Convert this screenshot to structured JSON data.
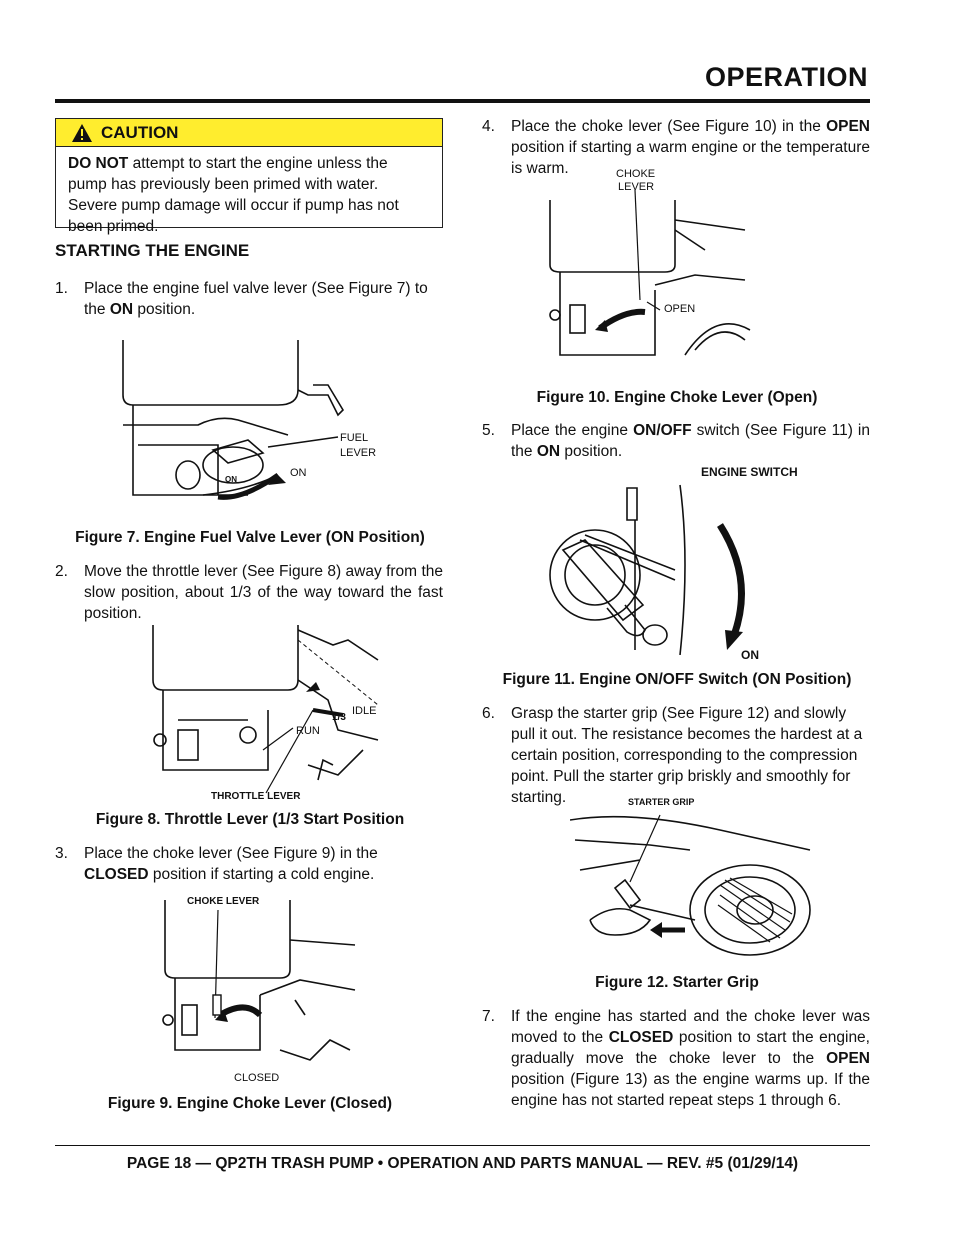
{
  "header": {
    "title": "OPERATION"
  },
  "caution": {
    "label": "CAUTION",
    "emph": "DO NOT",
    "text": " attempt to start the engine unless the pump has previously been primed with water. Severe pump damage will occur if pump has not been primed."
  },
  "section": {
    "title": "STARTING THE ENGINE"
  },
  "steps": [
    {
      "num": "1.",
      "a": "Place the engine fuel valve lever (See Figure 7) to the ",
      "b": "ON",
      "c": " position."
    },
    {
      "num": "2.",
      "a": "Move the throttle lever (See Figure 8) away from the slow position, about 1/3 of the way toward the fast position."
    },
    {
      "num": "3.",
      "a": "Place the choke lever (See Figure 9) in the ",
      "b": "CLOSED",
      "c": " position if starting a cold engine."
    },
    {
      "num": "4.",
      "a": "Place the  choke lever (See Figure 10) in the ",
      "b": "OPEN",
      "c": " position if starting a warm engine or the temperature is warm."
    },
    {
      "num": "5.",
      "a": "Place the engine ",
      "b": "ON/OFF",
      "c": " switch (See Figure 11) in the ",
      "d": "ON",
      "e": " position."
    },
    {
      "num": "6.",
      "a": "Grasp the starter grip (See Figure 12) and slowly pull it out. The resistance becomes the hardest at a certain position, corresponding to the compression point. Pull the starter grip briskly and smoothly for starting."
    },
    {
      "num": "7.",
      "a": "If the engine has started and the choke lever was moved to the ",
      "b": "CLOSED",
      "c": " position to start the engine, gradually move the choke lever to the ",
      "d": "OPEN",
      "e": " position (Figure 13) as the engine warms up. If the engine has not started repeat steps 1 through 6."
    }
  ],
  "figures": {
    "fig7": {
      "caption": "Figure 7. Engine Fuel Valve Lever (ON Position)",
      "label_fuel_1": "FUEL",
      "label_fuel_2": "LEVER",
      "label_on": "ON",
      "label_on_small": "ON"
    },
    "fig8": {
      "caption": "Figure 8. Throttle Lever (1/3 Start Position",
      "label_idle": "IDLE",
      "label_third": "1/3",
      "label_run": "RUN",
      "label_throttle": "THROTTLE LEVER"
    },
    "fig9": {
      "caption": "Figure 9. Engine Choke Lever (Closed)",
      "label_choke": "CHOKE LEVER",
      "label_closed": "CLOSED"
    },
    "fig10": {
      "caption": "Figure 10. Engine Choke Lever (Open)",
      "label_choke_1": "CHOKE",
      "label_choke_2": "LEVER",
      "label_open": "OPEN"
    },
    "fig11": {
      "caption": "Figure 11. Engine ON/OFF Switch (ON Position)",
      "label_switch": "ENGINE SWITCH",
      "label_on": "ON"
    },
    "fig12": {
      "caption": "Figure 12. Starter Grip",
      "label_grip": "STARTER GRIP"
    }
  },
  "footer": {
    "text": "PAGE 18 — QP2TH TRASH PUMP • OPERATION AND PARTS MANUAL — REV. #5 (01/29/14)"
  }
}
